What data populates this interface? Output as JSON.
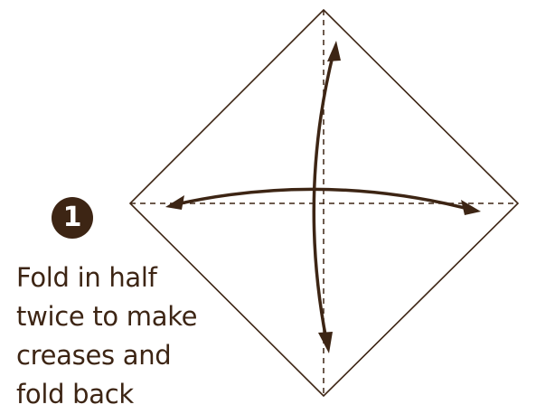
{
  "step": {
    "number": "1"
  },
  "instruction": {
    "lines": [
      "Fold in half",
      "twice to make",
      "creases and",
      "fold back"
    ]
  },
  "colors": {
    "ink": "#3d2514",
    "paper": "#ffffff"
  }
}
